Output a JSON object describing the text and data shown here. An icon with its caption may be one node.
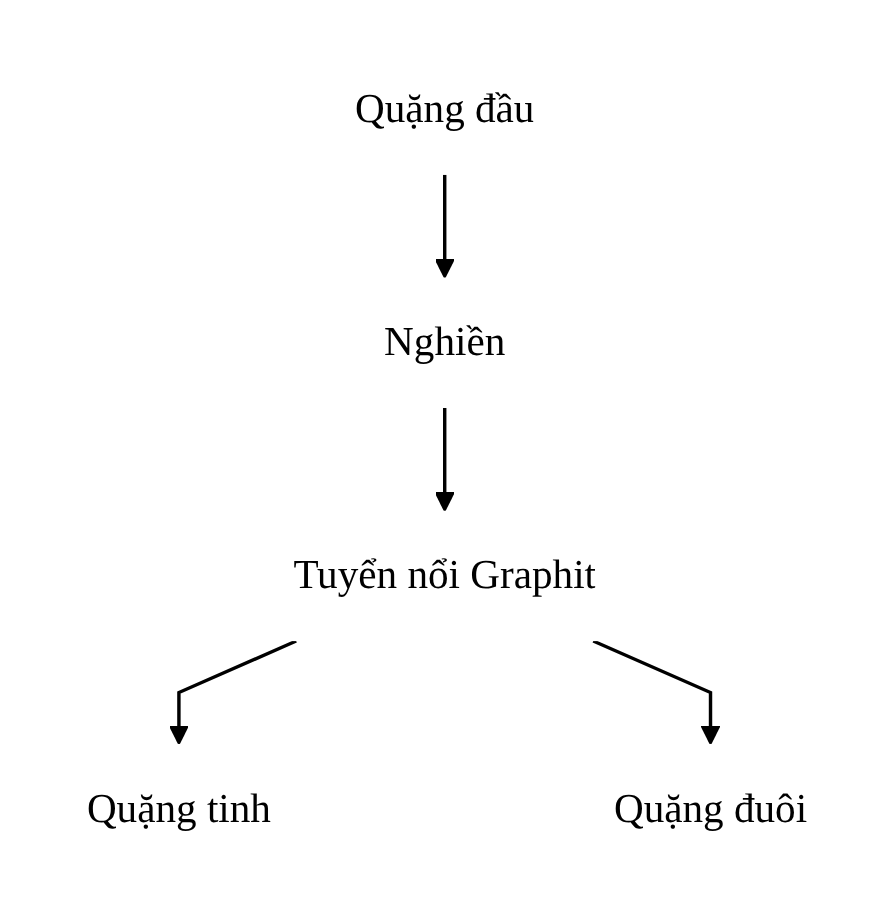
{
  "diagram": {
    "nodes": [
      {
        "text": [
          "Quặng đầu"
        ]
      },
      {
        "text": [
          "Nghiền"
        ]
      },
      {
        "text": [
          "Tuyển nổi Graphit"
        ]
      },
      {
        "text": [
          "Quặng tinh"
        ]
      },
      {
        "text": [
          "Quặng đuôi"
        ]
      }
    ],
    "edges": [
      {
        "from": 0,
        "to": 1,
        "arrow": "to"
      },
      {
        "from": 1,
        "to": 2,
        "arrow": "to"
      },
      {
        "from": 2,
        "to": 3,
        "arrow": "to"
      },
      {
        "from": 2,
        "to": 4,
        "arrow": "to"
      }
    ]
  }
}
